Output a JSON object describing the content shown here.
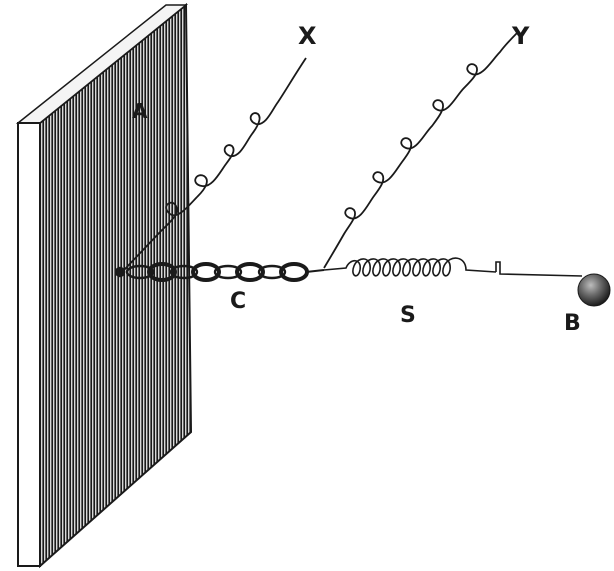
{
  "labels": {
    "wall": "A",
    "chain": "C",
    "spring": "S",
    "ball": "B",
    "string_x": "X",
    "string_y": "Y"
  },
  "colors": {
    "ink": "#1a1a1a",
    "wall_face": "#3a3a3a",
    "background": "#ffffff"
  }
}
